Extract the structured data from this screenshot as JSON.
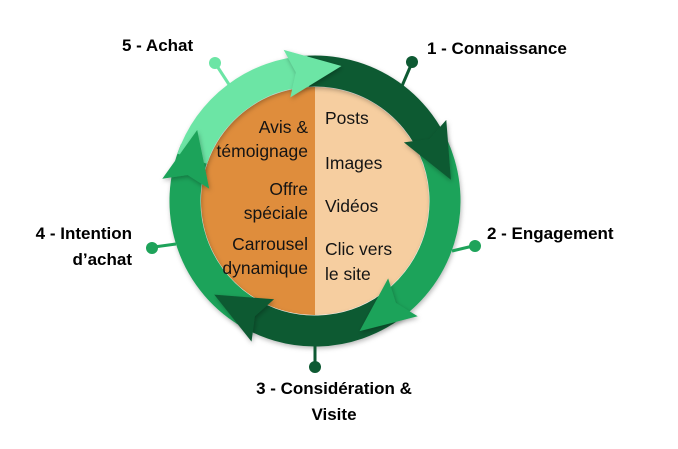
{
  "cycle": {
    "stages": [
      {
        "label": "1 - Connaissance",
        "color": "#0E5A33"
      },
      {
        "label": "2 - Engagement",
        "color": "#1EA35A"
      },
      {
        "label_line1": "3 - Considération &",
        "label_line2": "Visite",
        "color": "#0E5A33"
      },
      {
        "label_line1": "4 - Intention",
        "label_line2": "d’achat",
        "color": "#1EA35A"
      },
      {
        "label": "5 - Achat",
        "color": "#6CE5A5"
      }
    ],
    "inner_left": {
      "background": "#DF8D3C",
      "items": [
        {
          "line1": "Avis &",
          "line2": "témoignage"
        },
        {
          "line1": "Offre",
          "line2": "spéciale"
        },
        {
          "line1": "Carrousel",
          "line2": "dynamique"
        }
      ]
    },
    "inner_right": {
      "background": "#F6CEA0",
      "items": [
        {
          "line1": "Posts",
          "line2": ""
        },
        {
          "line1": "Images",
          "line2": ""
        },
        {
          "line1": "Vidéos",
          "line2": ""
        },
        {
          "line1": "Clic vers",
          "line2": "le site"
        }
      ]
    },
    "colors": {
      "mint_green": "#6CE5A5",
      "dark_green": "#0E5A33",
      "medium_green": "#1EA35A",
      "orange_half": "#DF8D3C",
      "peach_half": "#F6CEA0",
      "text": "#000000"
    }
  }
}
